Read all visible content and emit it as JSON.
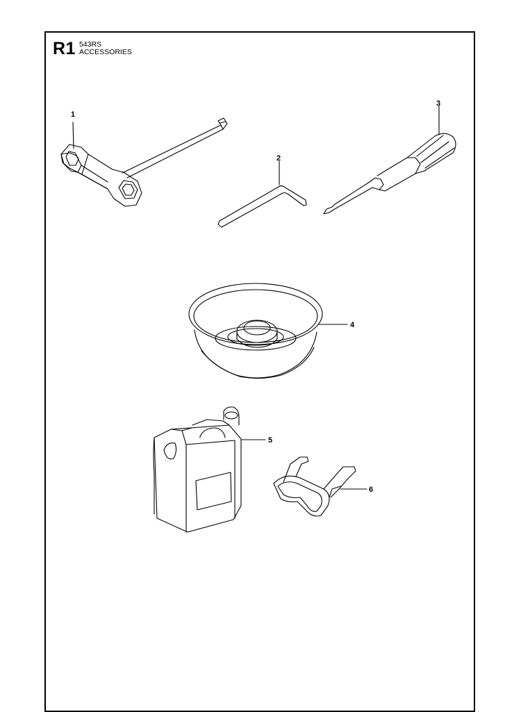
{
  "header": {
    "section_code": "R1",
    "model": "543RS",
    "title": "ACCESSORIES"
  },
  "parts": [
    {
      "number": "1",
      "icon": "combination-spanner-icon"
    },
    {
      "number": "2",
      "icon": "hex-key-icon"
    },
    {
      "number": "3",
      "icon": "screwdriver-icon"
    },
    {
      "number": "4",
      "icon": "support-cup-icon"
    },
    {
      "number": "5",
      "icon": "combination-can-icon"
    },
    {
      "number": "6",
      "icon": "protective-goggles-icon"
    }
  ],
  "colors": {
    "line": "#000000",
    "background": "#ffffff"
  }
}
